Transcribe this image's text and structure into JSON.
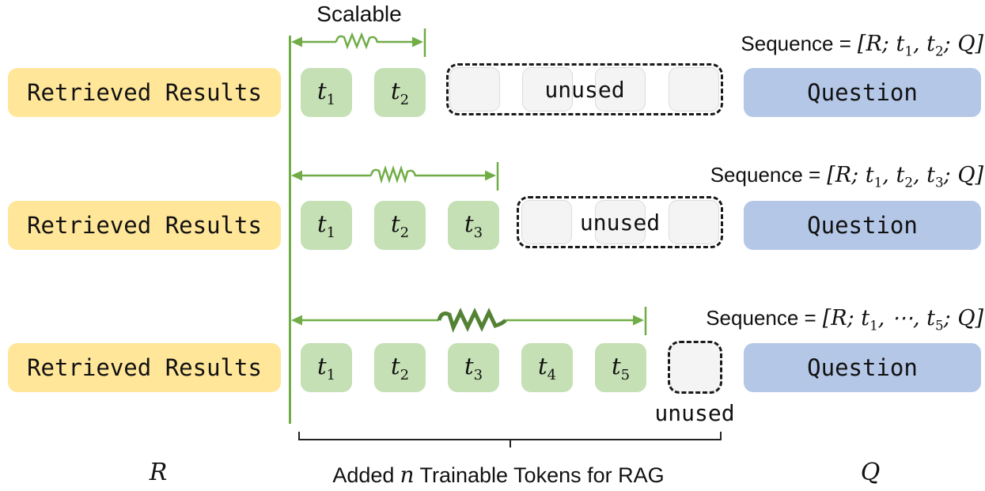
{
  "figure": {
    "scalable_label": "Scalable",
    "retrieved_label": "Retrieved Results",
    "question_label": "Question",
    "unused_label": "unused"
  },
  "colors": {
    "retrieved_bg": "#FFE699",
    "token_bg": "#C5E0B4",
    "question_bg": "#B4C7E7",
    "arrow_green": "#70AD47",
    "spring_bold_green": "#548235",
    "unused_slot_bg": "#F4F4F4",
    "dash_border": "#1A1A1A"
  },
  "rows": [
    {
      "retrieved_label": "Retrieved Results",
      "tokens": [
        "t_1",
        "t_2"
      ],
      "unused_label": "unused",
      "question_label": "Question",
      "sequence_prefix": "Sequence =",
      "sequence_math": "[R; t_1, t_2; Q]"
    },
    {
      "retrieved_label": "Retrieved Results",
      "tokens": [
        "t_1",
        "t_2",
        "t_3"
      ],
      "unused_label": "unused",
      "question_label": "Question",
      "sequence_prefix": "Sequence =",
      "sequence_math": "[R; t_1, t_2, t_3; Q]"
    },
    {
      "retrieved_label": "Retrieved Results",
      "tokens": [
        "t_1",
        "t_2",
        "t_3",
        "t_4",
        "t_5"
      ],
      "unused_label": "unused",
      "question_label": "Question",
      "sequence_prefix": "Sequence =",
      "sequence_math": "[R; t_1, ⋯, t_5; Q]"
    }
  ],
  "footer": {
    "r_label": "R",
    "added_prefix": "Added",
    "added_n": "n",
    "added_suffix": "Trainable Tokens for RAG",
    "q_label": "Q"
  }
}
